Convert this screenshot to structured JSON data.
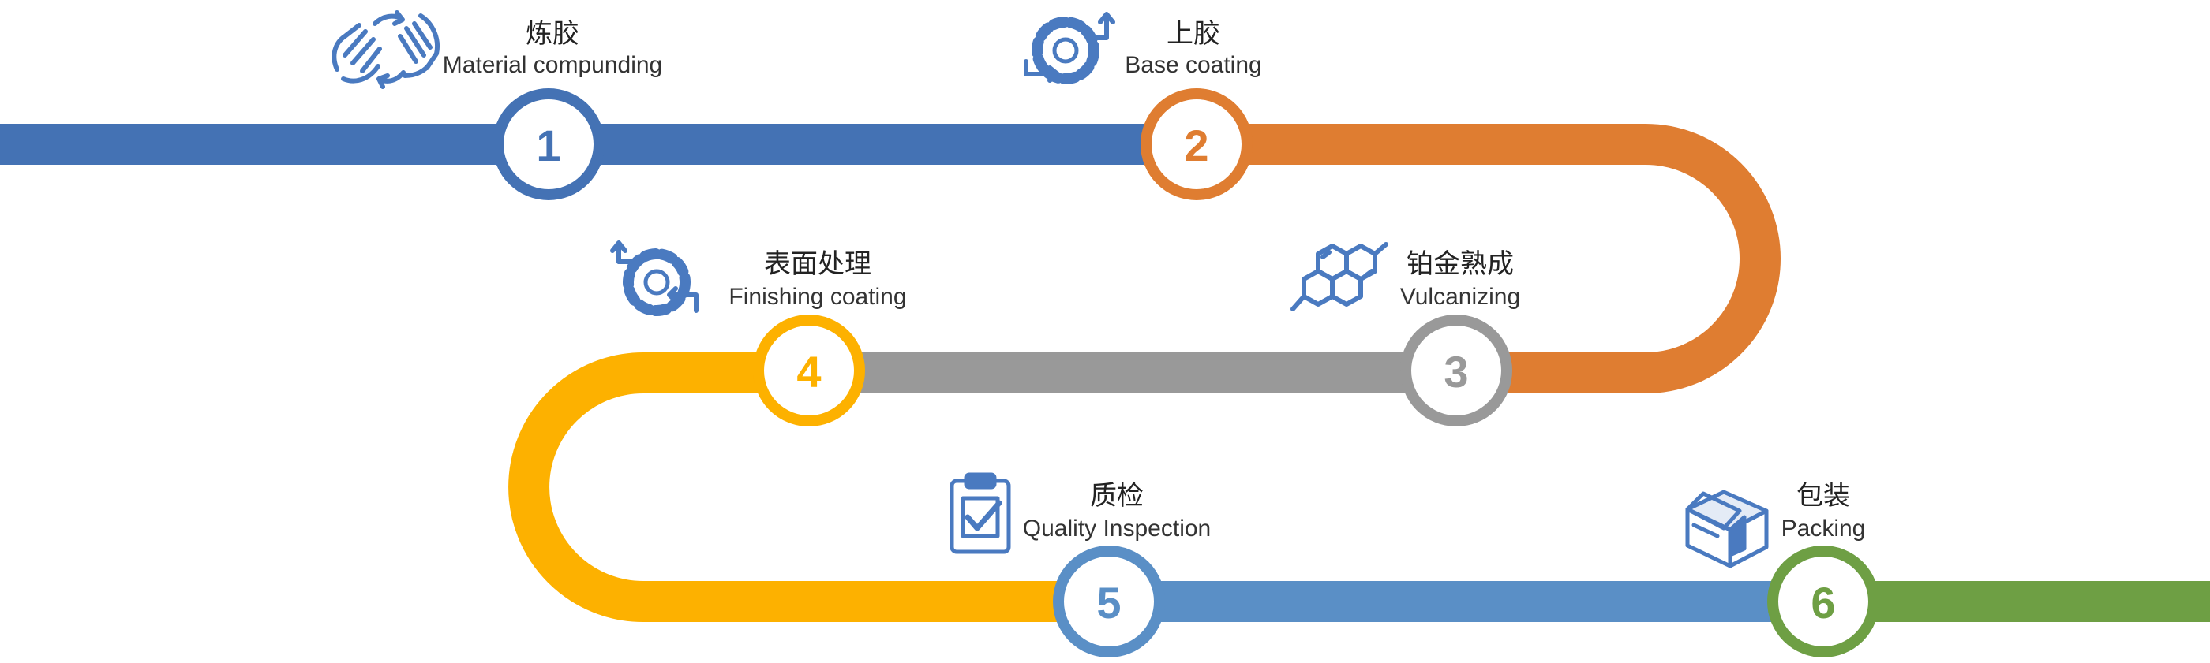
{
  "colors": {
    "blue": "#4472B4",
    "orange": "#DF7D31",
    "gray": "#999999",
    "yellow": "#FDB100",
    "lightblue": "#5A8FC6",
    "green": "#6E9F44",
    "icon": "#4A7AC0"
  },
  "steps": [
    {
      "number": "1",
      "title": "炼胶",
      "subtitle": "Material compunding",
      "color": "#4472B4",
      "icon": "hands-icon"
    },
    {
      "number": "2",
      "title": "上胶",
      "subtitle": "Base coating",
      "color": "#DF7D31",
      "icon": "gear-process-icon"
    },
    {
      "number": "3",
      "title": "铂金熟成",
      "subtitle": "Vulcanizing",
      "color": "#999999",
      "icon": "molecule-icon"
    },
    {
      "number": "4",
      "title": "表面处理",
      "subtitle": "Finishing coating",
      "color": "#FDB100",
      "icon": "gear-process-icon"
    },
    {
      "number": "5",
      "title": "质检",
      "subtitle": "Quality Inspection",
      "color": "#5A8FC6",
      "icon": "clipboard-check-icon"
    },
    {
      "number": "6",
      "title": "包装",
      "subtitle": "Packing",
      "color": "#6E9F44",
      "icon": "box-icon"
    }
  ]
}
